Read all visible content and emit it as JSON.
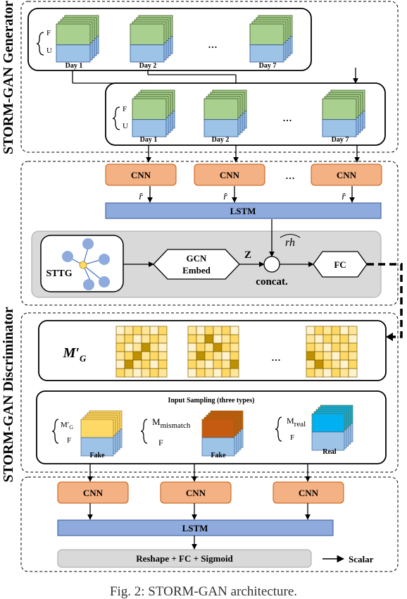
{
  "generator": {
    "title": "STORM-GAN Generator",
    "row1": {
      "legend_top": "F",
      "legend_bottom": "U",
      "days": [
        "Day 1",
        "Day 2",
        "Day 7"
      ],
      "ellipsis": "..."
    },
    "row2": {
      "legend_top": "F",
      "legend_bottom": "U",
      "days": [
        "Day 1",
        "Day 2",
        "Day 7"
      ],
      "ellipsis": "..."
    }
  },
  "middle": {
    "cnn_label": "CNN",
    "ellipsis": "...",
    "r_hat": "r̂",
    "lstm_label": "LSTM",
    "rh_hat": "rh",
    "sttg_label": "STTG",
    "gcn_line1": "GCN",
    "gcn_line2": "Embed",
    "z_label": "Z",
    "concat_label": "concat.",
    "fc_label": "FC"
  },
  "discriminator": {
    "title": "STORM-GAN Discriminator",
    "mg_label_main": "M′",
    "mg_label_sub": "G",
    "ellipsis": "...",
    "sampling_title": "Input Sampling (three types)",
    "fake1": {
      "top_main": "M′",
      "top_sub": "G",
      "bottom": "F",
      "caption": "Fake"
    },
    "fake2": {
      "top_main": "M",
      "top_sub": "mismatch",
      "bottom": "F",
      "caption": "Fake"
    },
    "real": {
      "top_main": "M",
      "top_sub": "real",
      "bottom": "F",
      "caption": "Real"
    }
  },
  "bottom": {
    "cnn_label": "CNN",
    "lstm_label": "LSTM",
    "head_label": "Reshape + FC + Sigmoid",
    "output_label": "Scalar"
  },
  "caption": "Fig. 2: STORM-GAN architecture.",
  "colors": {
    "green": "#a9d08e",
    "blue": "#9dc3e6",
    "cnn_fill": "#f4b183",
    "lstm_fill": "#8faadc",
    "gray_panel": "#d9d9d9",
    "yellow": "#ffd966",
    "brown": "#c55a11",
    "cyan": "#00b0f0"
  }
}
